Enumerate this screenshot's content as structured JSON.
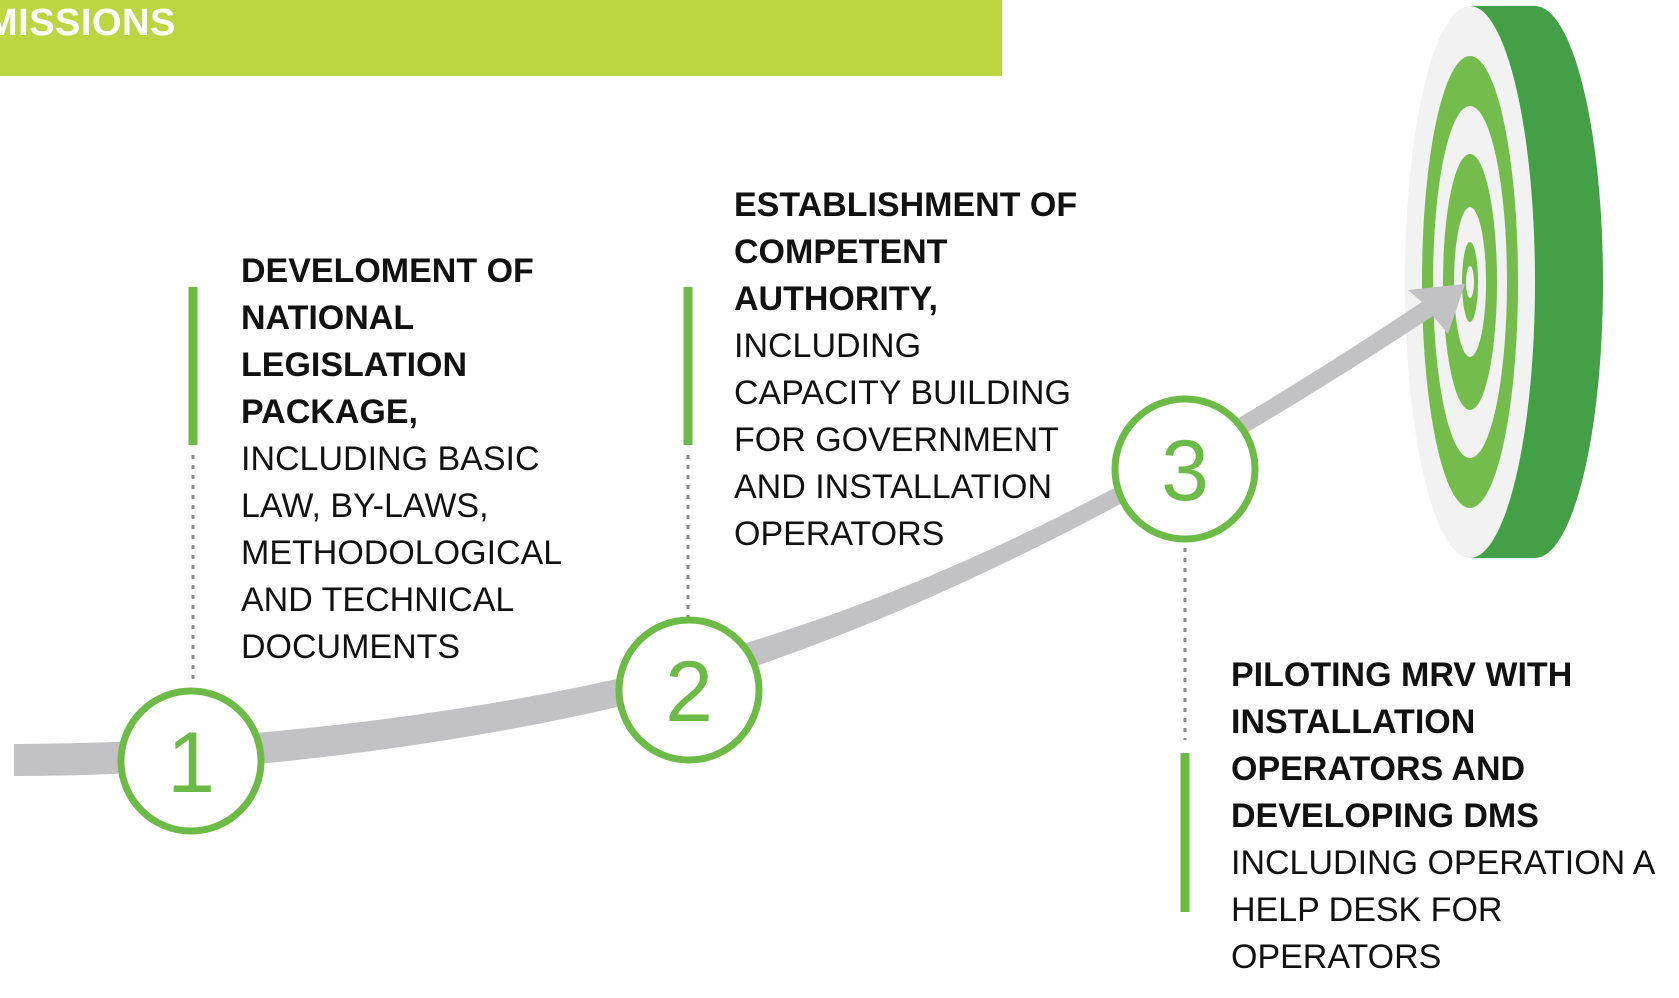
{
  "banner": {
    "text": "MISSIONS",
    "color": "#bcd641"
  },
  "colors": {
    "accent": "#6dbb47",
    "arrow": "#c2c2c4",
    "target_dark": "#43a047"
  },
  "steps": [
    {
      "number": "1",
      "title": [
        "DEVELOMENT OF",
        "NATIONAL",
        "LEGISLATION",
        "PACKAGE,"
      ],
      "body": [
        "INCLUDING BASIC",
        "LAW, BY-LAWS,",
        "METHODOLOGICAL",
        "AND TECHNICAL",
        "DOCUMENTS"
      ]
    },
    {
      "number": "2",
      "title": [
        "ESTABLISHMENT OF",
        "COMPETENT",
        "AUTHORITY,"
      ],
      "body": [
        "INCLUDING",
        "CAPACITY BUILDING",
        "FOR GOVERNMENT",
        "AND INSTALLATION",
        "OPERATORS"
      ]
    },
    {
      "number": "3",
      "title": [
        "PILOTING MRV WITH",
        "INSTALLATION",
        "OPERATORS AND",
        "DEVELOPING DMS"
      ],
      "body": [
        "INCLUDING OPERATION A",
        "HELP DESK FOR",
        "OPERATORS"
      ]
    }
  ]
}
